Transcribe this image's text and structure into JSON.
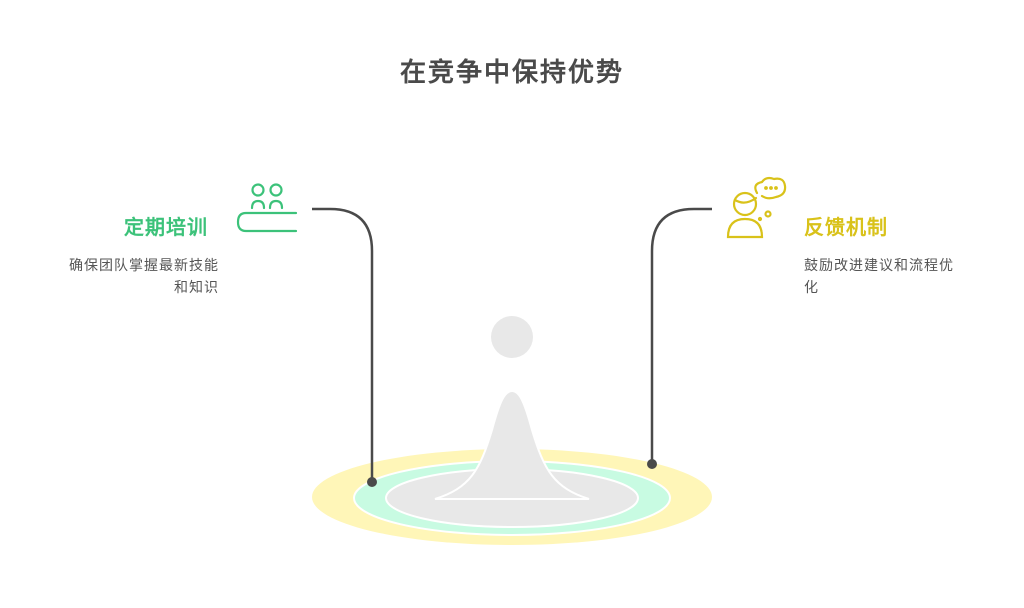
{
  "title": "在竞争中保持优势",
  "colors": {
    "green": "#3cc27a",
    "yellow": "#d9c21a",
    "connector": "#4a4a4a",
    "outer_ring": "#fff6b8",
    "mid_ring": "#c8fbe2",
    "inner": "#e8e8e8"
  },
  "left": {
    "heading": "定期培训",
    "desc_line1": "确保团队掌握最新技能",
    "desc_line2": "和知识",
    "icon": "people-at-table-icon"
  },
  "right": {
    "heading": "反馈机制",
    "desc_line1": "鼓励改进建议和流程优",
    "desc_line2": "化",
    "icon": "person-speech-bubble-icon"
  }
}
